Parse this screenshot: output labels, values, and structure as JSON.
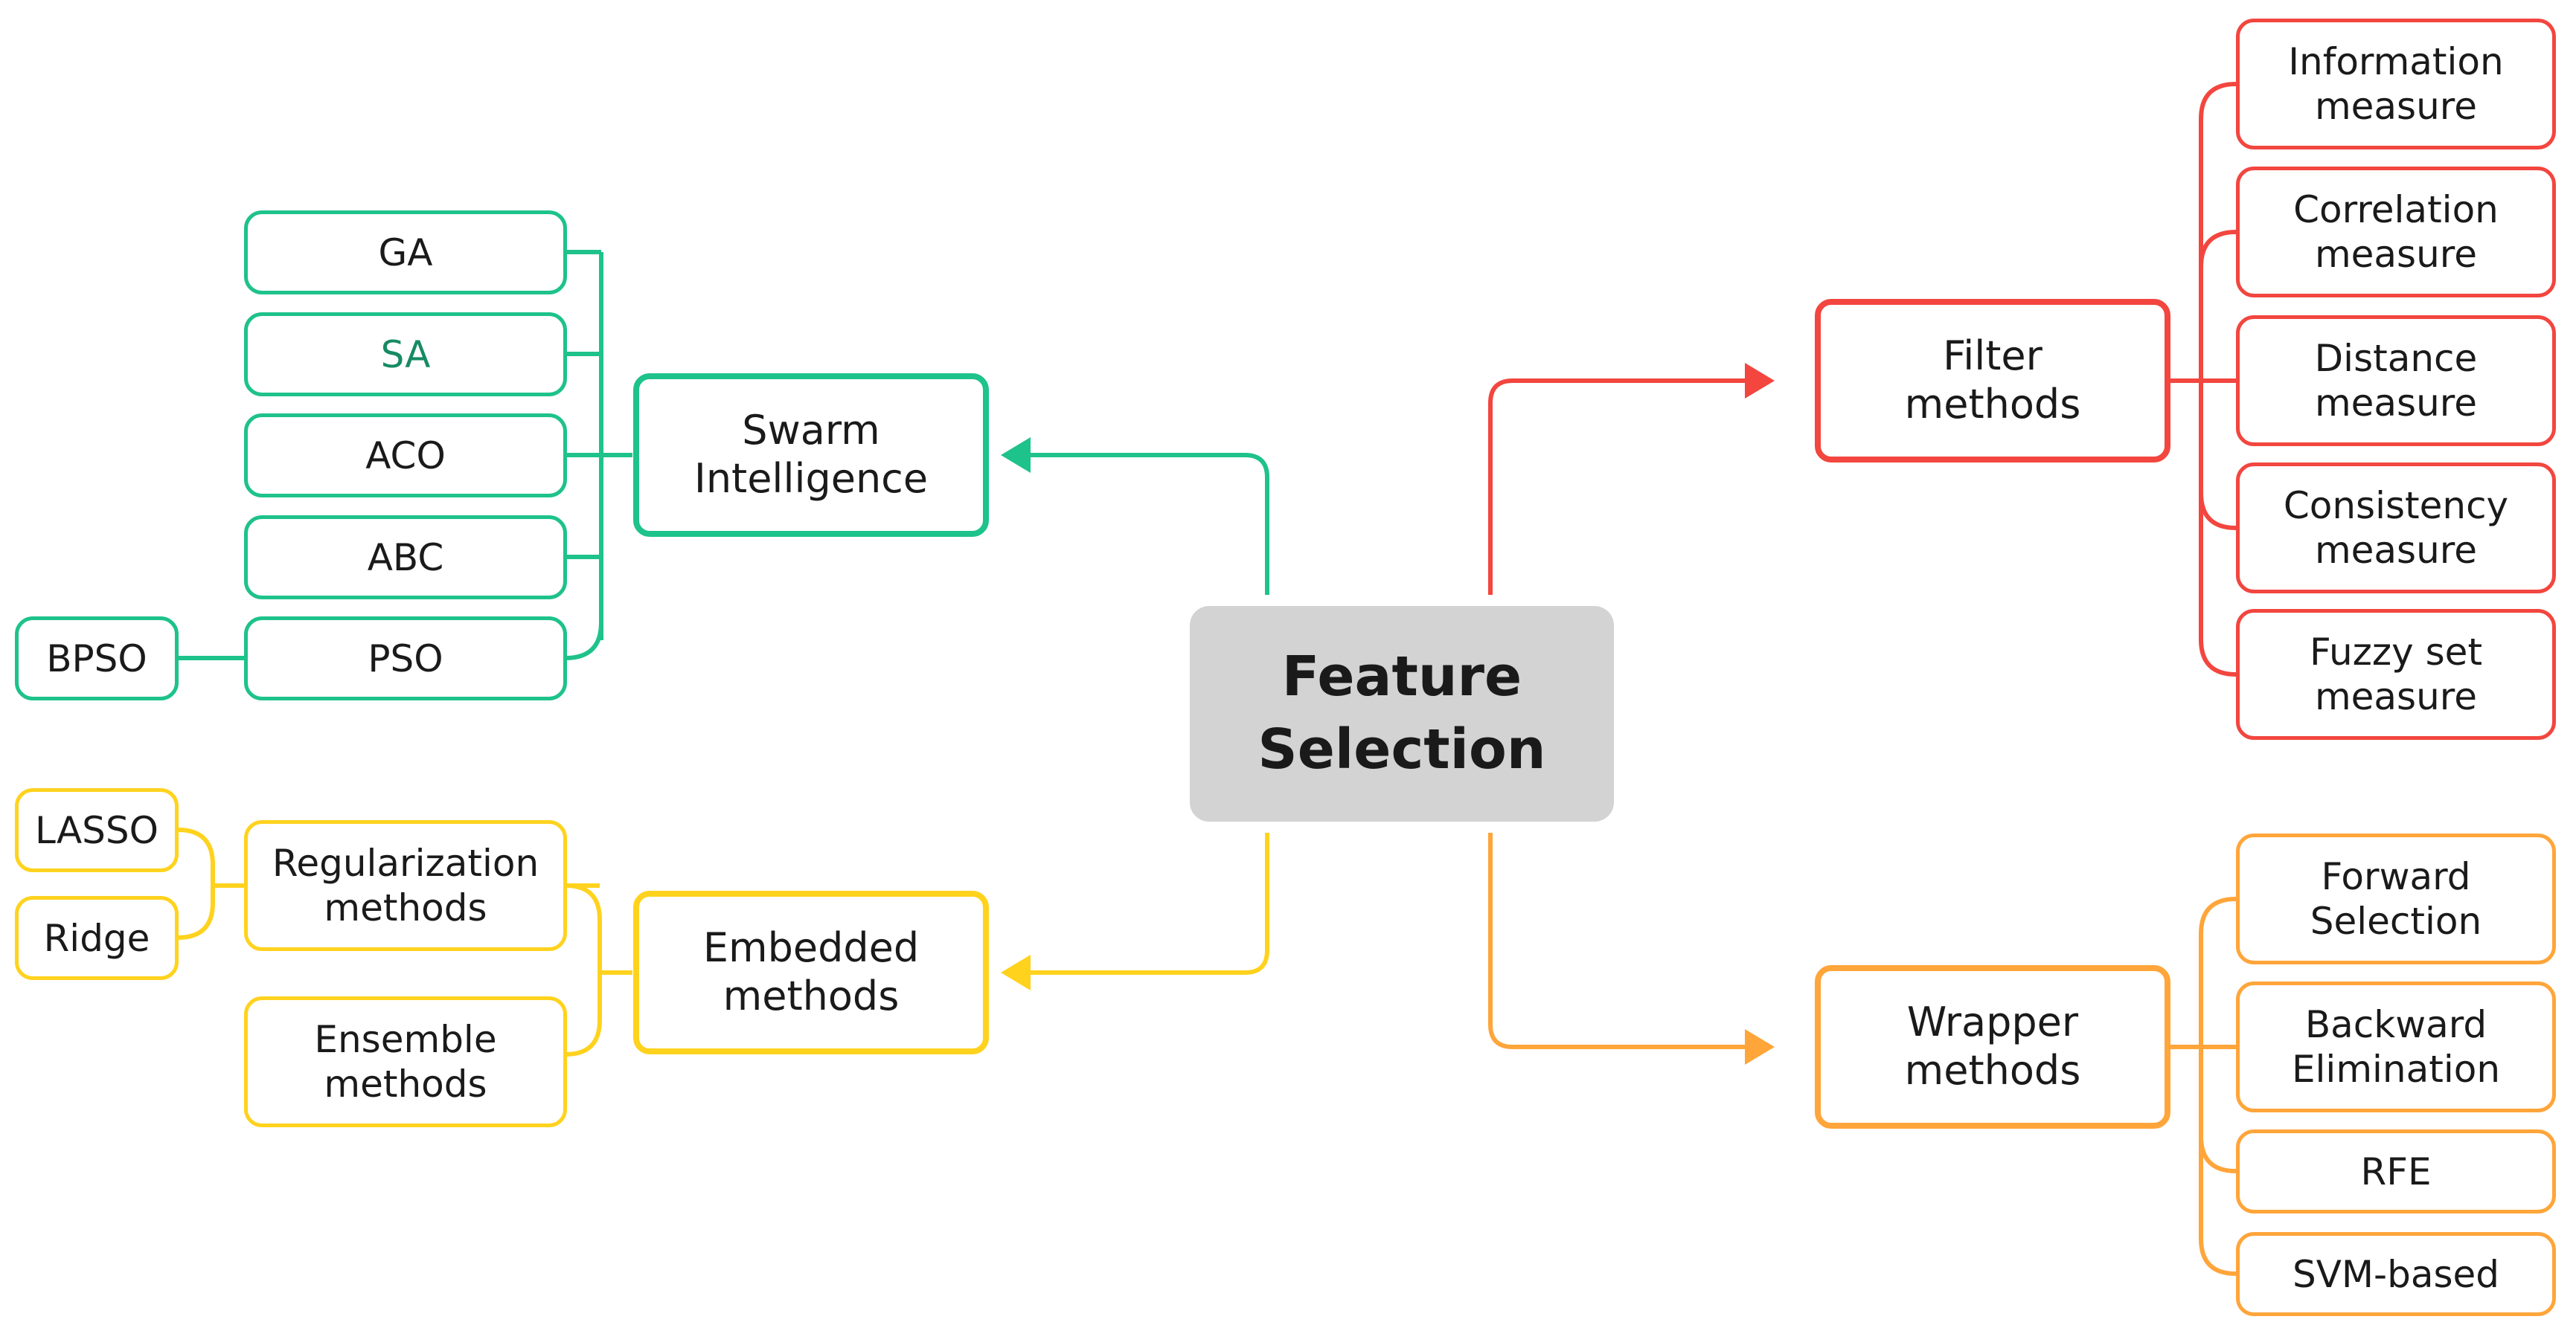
{
  "center": {
    "label": "Feature\nSelection"
  },
  "colors": {
    "swarm": "#1ec28b",
    "embedded": "#ffd21e",
    "filter": "#f2463f",
    "wrapper": "#ffa53a",
    "center_fill": "#d3d3d3"
  },
  "swarm": {
    "label": "Swarm\nIntelligence",
    "algorithms": [
      "GA",
      "SA",
      "ACO",
      "ABC",
      "PSO"
    ],
    "pso_variant": "BPSO"
  },
  "embedded": {
    "label": "Embedded\nmethods",
    "regularization": {
      "label": "Regularization\nmethods",
      "children": [
        "LASSO",
        "Ridge"
      ]
    },
    "ensemble": {
      "label": "Ensemble\nmethods"
    }
  },
  "filter": {
    "label": "Filter\nmethods",
    "children": [
      "Information\nmeasure",
      "Correlation\nmeasure",
      "Distance\nmeasure",
      "Consistency\nmeasure",
      "Fuzzy set\nmeasure"
    ]
  },
  "wrapper": {
    "label": "Wrapper\nmethods",
    "children": [
      "Forward\nSelection",
      "Backward\nElimination",
      "RFE",
      "SVM-based"
    ]
  }
}
